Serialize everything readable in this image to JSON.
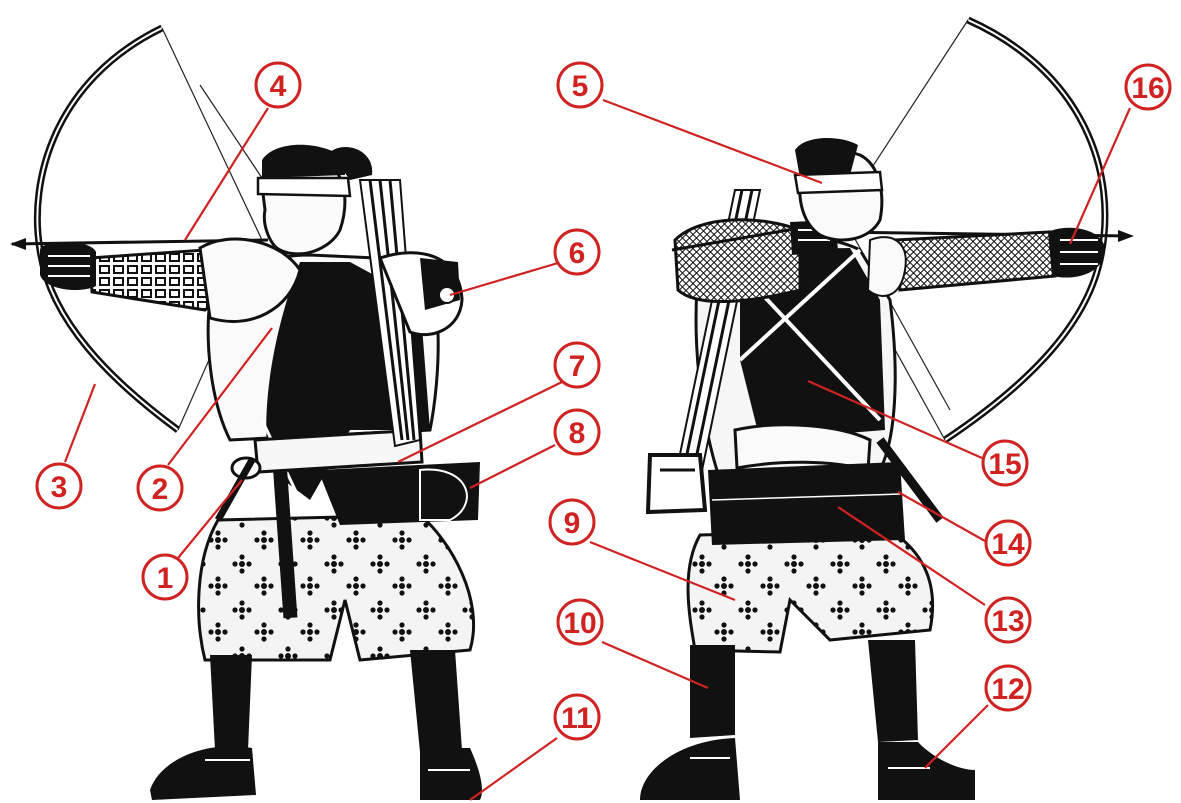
{
  "figure": {
    "left_figure": "archer-front-view",
    "right_figure": "archer-rear-view",
    "accent_color": "#d12222",
    "callouts": [
      {
        "id": "c1",
        "label": "1"
      },
      {
        "id": "c2",
        "label": "2"
      },
      {
        "id": "c3",
        "label": "3"
      },
      {
        "id": "c4",
        "label": "4"
      },
      {
        "id": "c5",
        "label": "5"
      },
      {
        "id": "c6",
        "label": "6"
      },
      {
        "id": "c7",
        "label": "7"
      },
      {
        "id": "c8",
        "label": "8"
      },
      {
        "id": "c9",
        "label": "9"
      },
      {
        "id": "c10",
        "label": "10"
      },
      {
        "id": "c11",
        "label": "11"
      },
      {
        "id": "c12",
        "label": "12"
      },
      {
        "id": "c13",
        "label": "13"
      },
      {
        "id": "c14",
        "label": "14"
      },
      {
        "id": "c15",
        "label": "15"
      },
      {
        "id": "c16",
        "label": "16"
      }
    ]
  }
}
